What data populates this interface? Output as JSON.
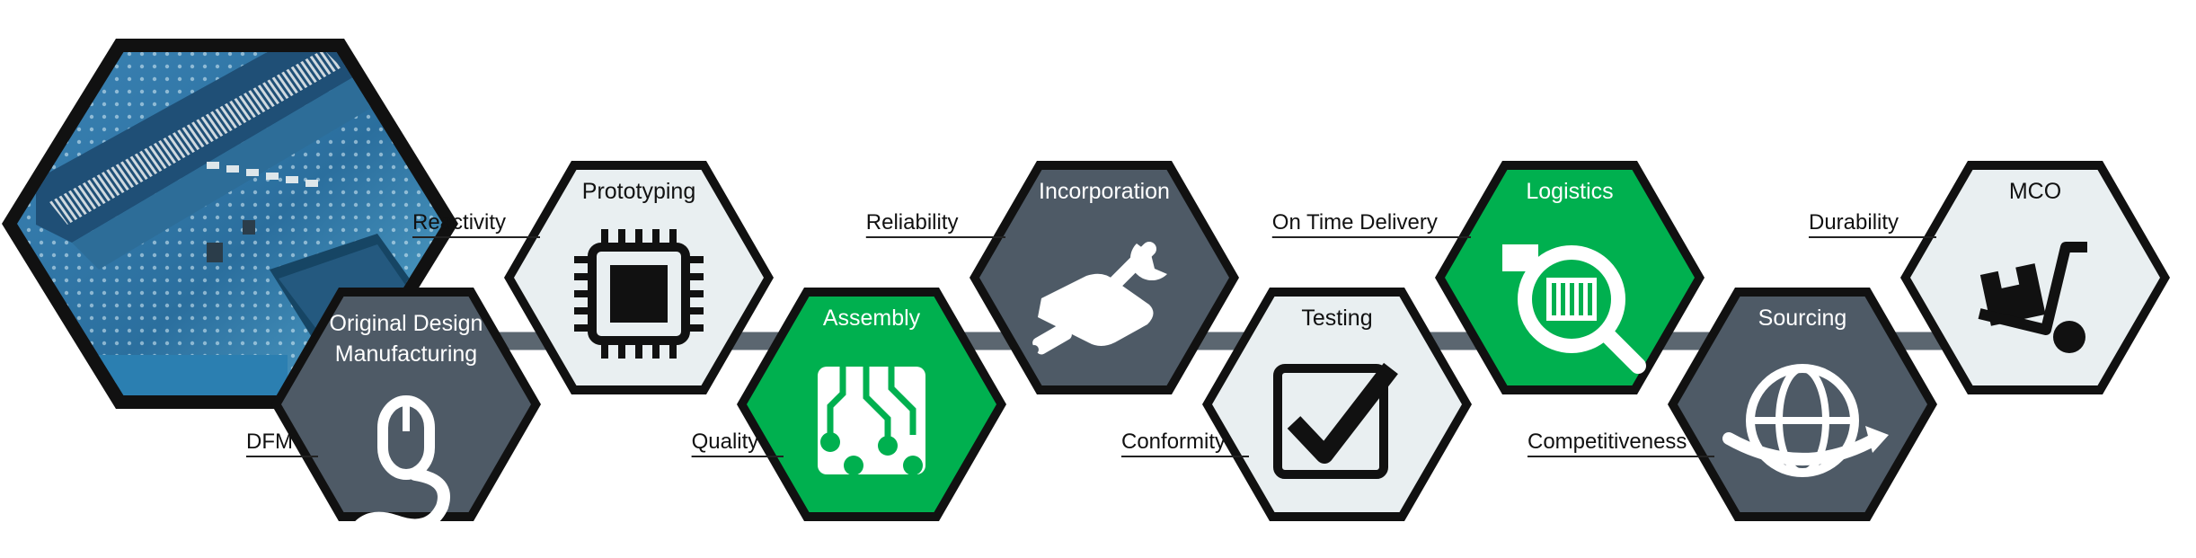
{
  "colors": {
    "outline": "#111111",
    "dark_fill": "#4e5a66",
    "light_fill": "#e9eff1",
    "green_fill": "#00b04f",
    "connector": "#5b6670",
    "leader_line": "#222222"
  },
  "hero_image": {
    "description_icon": "circuit-board-photo"
  },
  "stages": [
    {
      "id": "odm",
      "title": [
        "Original Design",
        "Manufacturing"
      ],
      "fill": "dark",
      "icon": "mouse-icon",
      "label": "DFM"
    },
    {
      "id": "proto",
      "title": [
        "Prototyping"
      ],
      "fill": "light",
      "icon": "chip-icon",
      "label": "Reactivity"
    },
    {
      "id": "assembly",
      "title": [
        "Assembly"
      ],
      "fill": "green",
      "icon": "circuit-board-icon",
      "label": "Quality"
    },
    {
      "id": "incorp",
      "title": [
        "Incorporation"
      ],
      "fill": "dark",
      "icon": "wrench-hand-icon",
      "label": "Reliability"
    },
    {
      "id": "testing",
      "title": [
        "Testing"
      ],
      "fill": "light",
      "icon": "checkbox-icon",
      "label": "Conformity"
    },
    {
      "id": "logistics",
      "title": [
        "Logistics"
      ],
      "fill": "green",
      "icon": "barcode-search-icon",
      "label": "On Time Delivery"
    },
    {
      "id": "sourcing",
      "title": [
        "Sourcing"
      ],
      "fill": "dark",
      "icon": "globe-icon",
      "label": "Competitiveness"
    },
    {
      "id": "mco",
      "title": [
        "MCO"
      ],
      "fill": "light",
      "icon": "hand-truck-icon",
      "label": "Durability"
    }
  ]
}
